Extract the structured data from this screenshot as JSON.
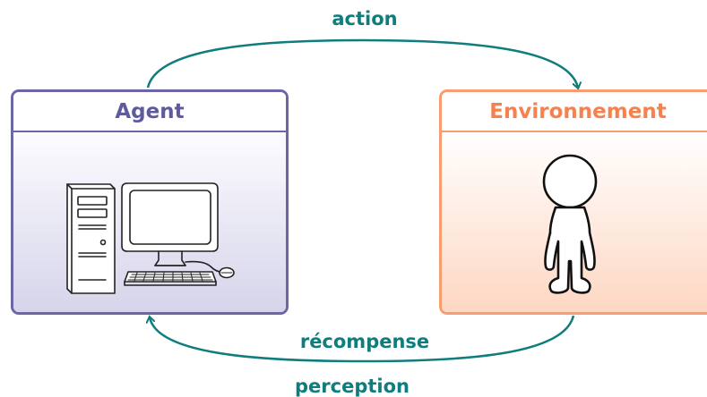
{
  "agent": {
    "title": "Agent",
    "border_color": "#6b66a8",
    "title_color": "#5f5aa0",
    "fill_gradient": [
      "#fcfcff",
      "#d6d4ea"
    ],
    "illustration": "desktop-computer-icon"
  },
  "environment": {
    "title": "Environnement",
    "border_color": "#f79d70",
    "title_color": "#f5814f",
    "fill_gradient": [
      "#ffffff",
      "#fed7c3"
    ],
    "illustration": "person-figure-icon"
  },
  "arrows": {
    "color": "#0f7d7d",
    "top_label": "action",
    "bottom_label": "récompense",
    "bottom_sub_label": "perception"
  }
}
